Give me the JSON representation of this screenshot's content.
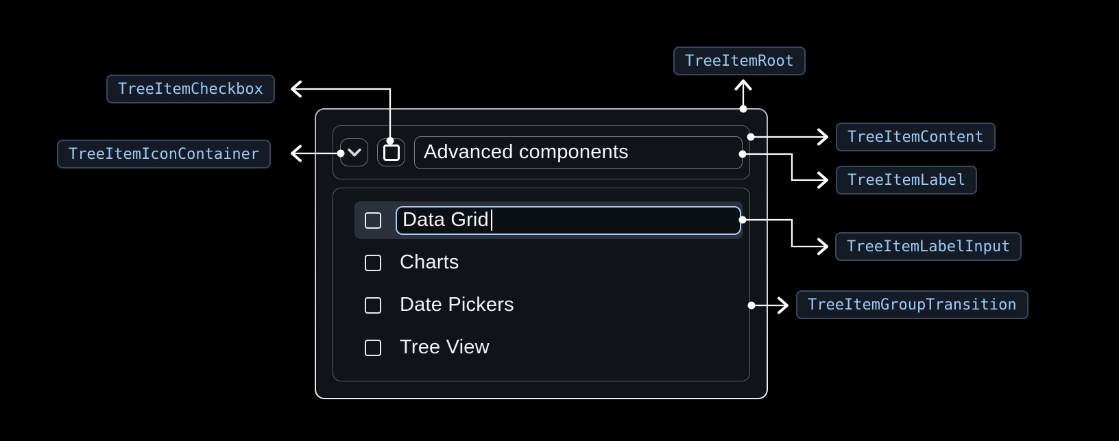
{
  "figure": {
    "description": "Tree item component anatomy diagram",
    "background": "#000000"
  },
  "tree": {
    "header": {
      "label": "Advanced components"
    },
    "items": [
      {
        "label": "Data Grid",
        "editing": true
      },
      {
        "label": "Charts",
        "editing": false
      },
      {
        "label": "Date Pickers",
        "editing": false
      },
      {
        "label": "Tree View",
        "editing": false
      }
    ]
  },
  "annotations": {
    "root": "TreeItemRoot",
    "content": "TreeItemContent",
    "checkbox": "TreeItemCheckbox",
    "icon_container": "TreeItemIconContainer",
    "label": "TreeItemLabel",
    "label_input": "TreeItemLabelInput",
    "group_transition": "TreeItemGroupTransition"
  },
  "colors": {
    "page_background": "#000000",
    "component_background": "#101419",
    "component_border": "#cdd2d7",
    "slot_border": "#6a6f76",
    "selected_row_background": "#2a313c",
    "input_focus_border": "#9fcdf5",
    "callout_background": "#141b25",
    "callout_border": "#35495f",
    "callout_text": "#99ccf3",
    "connector": "#ffffff",
    "text": "#f3f5f7"
  }
}
